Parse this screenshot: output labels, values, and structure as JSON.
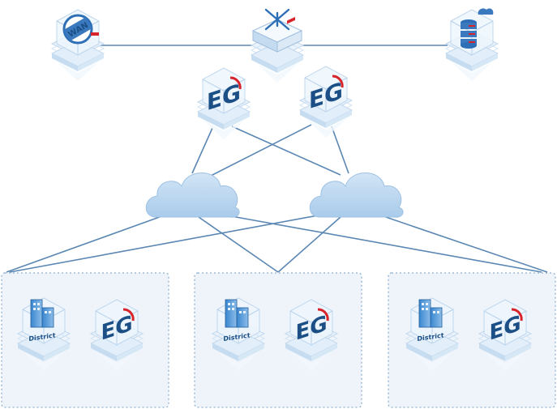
{
  "colors": {
    "line": "#5a87b3",
    "cloud": "#bcd6ee",
    "cloud_edge": "#9ec1e3",
    "zone_fill": "#eef4fa",
    "zone_border": "#8fb0cf",
    "platform_top": "#d9eaf9",
    "platform_side": "#b9d2ea",
    "accent_red": "#d8232a",
    "icon_blue": "#2d6fb7"
  },
  "nodes": {
    "wan": {
      "icon": "wan-icon",
      "text": "WAN"
    },
    "switch": {
      "icon": "core-switch-icon"
    },
    "cloud_db": {
      "icon": "cloud-database-icon"
    },
    "gateway_left": {
      "icon": "eg-gateway-icon",
      "text": "EG"
    },
    "gateway_right": {
      "icon": "eg-gateway-icon",
      "text": "EG"
    }
  },
  "clouds": [
    {
      "icon": "cloud-icon"
    },
    {
      "icon": "cloud-icon"
    }
  ],
  "zones": [
    {
      "district_label": "District",
      "gateway_label": "EG"
    },
    {
      "district_label": "District",
      "gateway_label": "EG"
    },
    {
      "district_label": "District",
      "gateway_label": "EG"
    }
  ]
}
